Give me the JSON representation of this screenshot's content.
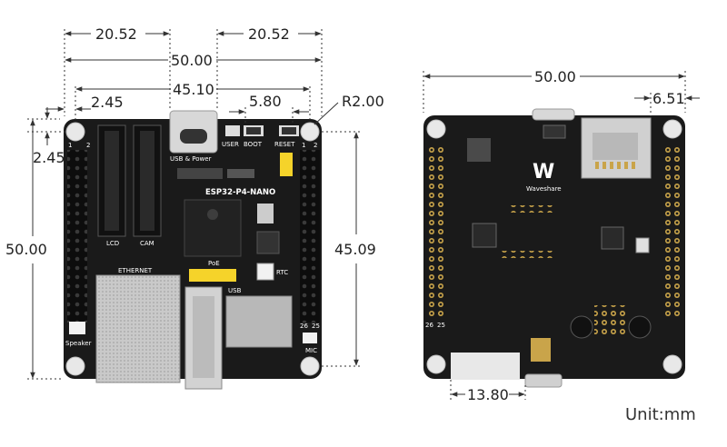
{
  "dimensions": {
    "front_top_left_width": "20.52",
    "front_top_right_width": "20.52",
    "front_total_width": "50.00",
    "front_hole_spacing_width": "45.10",
    "front_button_spacing": "5.80",
    "front_hole_offset_x": "2.45",
    "front_hole_offset_y": "2.45",
    "front_corner_radius": "R2.00",
    "front_total_height": "50.00",
    "front_hole_spacing_height": "45.09",
    "back_total_width": "50.00",
    "back_sd_offset": "6.51",
    "back_usb_offset": "13.80"
  },
  "front_board": {
    "title": "ESP32-P4-NANO",
    "btn_user": "USER",
    "btn_boot": "BOOT",
    "btn_reset": "RESET",
    "usb_power": "USB & Power",
    "lcd": "LCD",
    "cam": "CAM",
    "ethernet": "ETHERNET",
    "poe": "PoE",
    "usb": "USB",
    "rtc": "RTC",
    "speaker": "Speaker",
    "mic": "MIC",
    "pin_2": "2",
    "pin_1": "1",
    "pin_26": "26",
    "pin_25": "25"
  },
  "back_board": {
    "brand": "Waveshare",
    "pin_26": "26",
    "pin_25": "25"
  },
  "unit_label": "Unit:mm",
  "colors": {
    "pcb": "#1a1a1a",
    "header": "#0d0d0d",
    "hole": "#e8e8e8",
    "silk": "#ffffff",
    "pad_gold": "#c9a44a",
    "yellow_header": "#f5d32a",
    "metal": "#c4c4c4"
  }
}
